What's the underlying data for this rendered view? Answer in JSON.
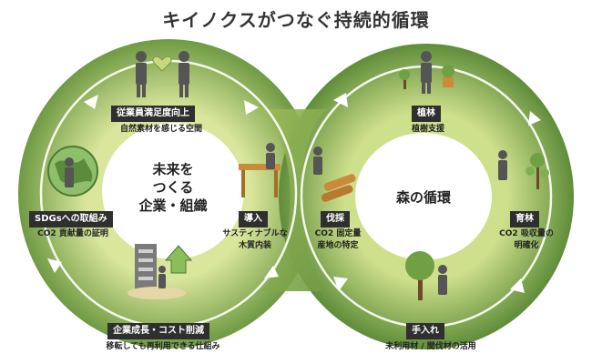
{
  "title": "キイノクスがつなぐ持続的循環",
  "left_loop": {
    "center_lines": [
      "未来を",
      "つくる",
      "企業・組織"
    ],
    "stages": [
      {
        "label": "従業員満足度向上",
        "caption": "自然素材を感じる空間"
      },
      {
        "label": "SDGsへの取組み",
        "caption": "CO2 貢献量の証明"
      },
      {
        "label": "企業成長・コスト削減",
        "caption": "移転しても再利用できる仕組み"
      },
      {
        "label": "導入",
        "caption_lines": [
          "サスティナブルな",
          "木質内装"
        ]
      }
    ]
  },
  "right_loop": {
    "center": "森の循環",
    "stages": [
      {
        "label": "植林",
        "caption": "植樹支援"
      },
      {
        "label": "育林",
        "caption_lines": [
          "CO2 吸収量の",
          "明確化"
        ]
      },
      {
        "label": "手入れ",
        "caption": "未利用材 / 間伐材の活用"
      },
      {
        "label": "伐採",
        "caption_lines": [
          "CO2 固定量",
          "産地の特定"
        ]
      }
    ]
  },
  "colors": {
    "ring_outer": "#6f9a44",
    "ring_inner": "#c7d87e",
    "tag_bg": "#2f2f2f",
    "arrow": "#ffffff"
  },
  "icons": [
    "globe-icon",
    "building-icon",
    "growth-arrow-icon",
    "desk-icon",
    "log-icon",
    "tree-icon",
    "sapling-icon",
    "heart-icon"
  ]
}
